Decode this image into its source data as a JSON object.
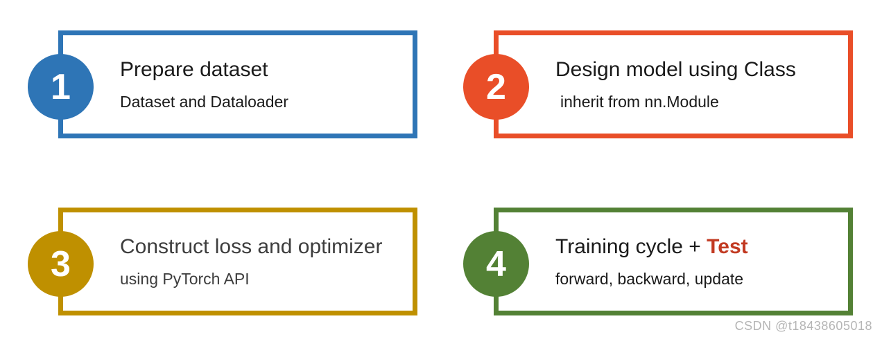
{
  "watermark": "CSDN @t18438605018",
  "steps": [
    {
      "number": "1",
      "color": "#2E75B6",
      "text_color": "#1a1a1a",
      "title": "Prepare dataset",
      "subtitle": "Dataset and Dataloader"
    },
    {
      "number": "2",
      "color": "#E94E28",
      "text_color": "#1a1a1a",
      "title": "Design model using Class",
      "subtitle": "inherit from nn.Module"
    },
    {
      "number": "3",
      "color": "#BF9000",
      "text_color": "#3d3d3d",
      "title": "Construct loss and optimizer",
      "subtitle": "using PyTorch API"
    },
    {
      "number": "4",
      "color": "#538135",
      "text_color": "#1a1a1a",
      "title_prefix": "Training cycle + ",
      "title_highlight": "Test",
      "highlight_color": "#C23A22",
      "subtitle": "forward, backward, update"
    }
  ]
}
